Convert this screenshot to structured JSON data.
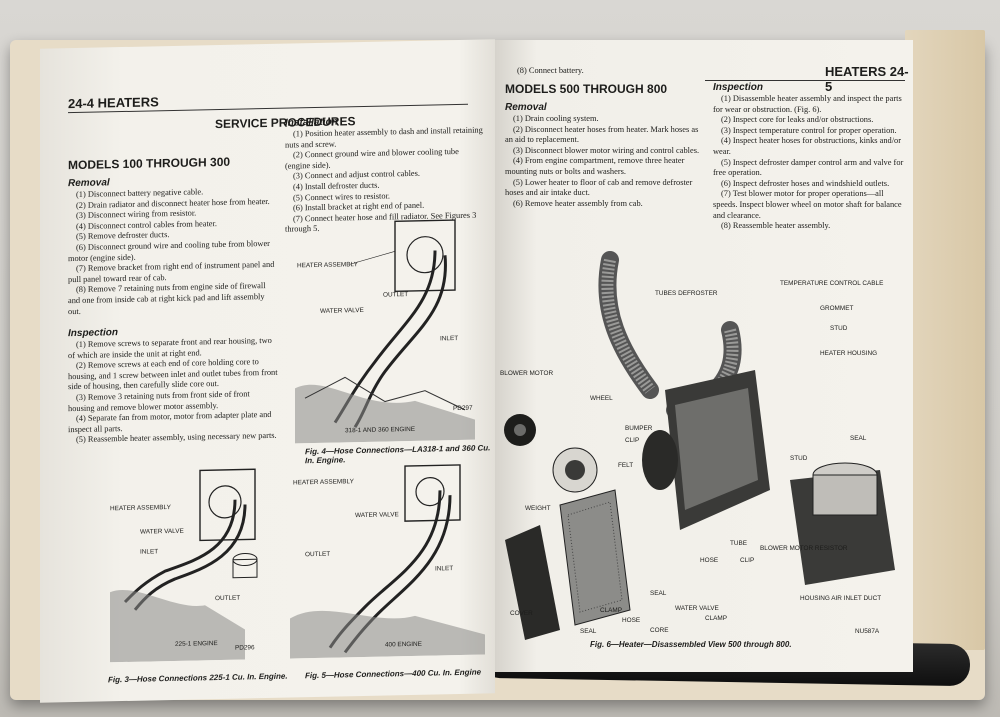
{
  "left_page": {
    "header": "24-4 HEATERS",
    "section_title": "SERVICE PROCEDURES",
    "models_heading": "MODELS 100 THROUGH 300",
    "removal_heading": "Removal",
    "removal_steps": [
      "(1) Disconnect battery negative cable.",
      "(2) Drain radiator and disconnect heater hose from heater.",
      "(3) Disconnect wiring from resistor.",
      "(4) Disconnect control cables from heater.",
      "(5) Remove defroster ducts.",
      "(6) Disconnect ground wire and cooling tube from blower motor (engine side).",
      "(7) Remove bracket from right end of instrument panel and pull panel toward rear of cab.",
      "(8) Remove 7 retaining nuts from engine side of firewall and one from inside cab at right kick pad and lift assembly out."
    ],
    "inspection_heading": "Inspection",
    "inspection_steps": [
      "(1) Remove screws to separate front and rear housing, two of which are inside the unit at right end.",
      "(2) Remove screws at each end of core holding core to housing, and 1 screw between inlet and outlet tubes from front side of housing, then carefully slide core out.",
      "(3) Remove 3 retaining nuts from front side of front housing and remove blower motor assembly.",
      "(4) Separate fan from motor, motor from adapter plate and inspect all parts.",
      "(5) Reassemble heater assembly, using necessary new parts."
    ],
    "installation_heading": "Installation",
    "installation_steps": [
      "(1) Position heater assembly to dash and install retaining nuts and screw.",
      "(2) Connect ground wire and blower cooling tube (engine side).",
      "(3) Connect and adjust control cables.",
      "(4) Install defroster ducts.",
      "(5) Connect wires to resistor.",
      "(6) Install bracket at right end of panel.",
      "(7) Connect heater hose and fill radiator. See Figures 3 through 5."
    ],
    "fig4": {
      "labels": [
        "HEATER ASSEMBLY",
        "OUTLET",
        "WATER VALVE",
        "INLET",
        "318-1 AND 360 ENGINE",
        "PD297"
      ],
      "caption": "Fig. 4—Hose Connections—LA318-1 and 360 Cu. In. Engine."
    },
    "fig3": {
      "labels": [
        "HEATER ASSEMBLY",
        "WATER VALVE",
        "INLET",
        "OUTLET",
        "225-1 ENGINE",
        "PD296"
      ],
      "caption": "Fig. 3—Hose Connections 225-1 Cu. In. Engine."
    },
    "fig5": {
      "labels": [
        "HEATER ASSEMBLY",
        "WATER VALVE",
        "OUTLET",
        "INLET",
        "400 ENGINE"
      ],
      "caption": "Fig. 5—Hose Connections—400 Cu. In. Engine"
    }
  },
  "right_page": {
    "header": "HEATERS 24-5",
    "top_step": "(8) Connect battery.",
    "models_heading": "MODELS 500 THROUGH 800",
    "removal_heading": "Removal",
    "removal_steps": [
      "(1) Drain cooling system.",
      "(2) Disconnect heater hoses from heater. Mark hoses as an aid to replacement.",
      "(3) Disconnect blower motor wiring and control cables.",
      "(4) From engine compartment, remove three heater mounting nuts or bolts and washers.",
      "(5) Lower heater to floor of cab and remove defroster hoses and air intake duct.",
      "(6) Remove heater assembly from cab."
    ],
    "inspection_heading": "Inspection",
    "inspection_steps": [
      "(1) Disassemble heater assembly and inspect the parts for wear or obstruction. (Fig. 6).",
      "(2) Inspect core for leaks and/or obstructions.",
      "(3) Inspect temperature control for proper operation.",
      "(4) Inspect heater hoses for obstructions, kinks and/or wear.",
      "(5) Inspect defroster damper control arm and valve for free operation.",
      "(6) Inspect defroster hoses and windshield outlets.",
      "(7) Test blower motor for proper operations—all speeds. Inspect blower wheel on motor shaft for balance and clearance.",
      "(8) Reassemble heater assembly."
    ],
    "fig6": {
      "labels": {
        "tubes_defroster": "TUBES DEFROSTER",
        "temp_cable": "TEMPERATURE CONTROL CABLE",
        "grommet": "GROMMET",
        "stud": "STUD",
        "heater_housing": "HEATER HOUSING",
        "blower_motor": "BLOWER MOTOR",
        "wheel": "WHEEL",
        "bumper": "BUMPER",
        "clip": "CLIP",
        "felt": "FELT",
        "weight": "WEIGHT",
        "seal": "SEAL",
        "stud2": "STUD",
        "tube": "TUBE",
        "hose": "HOSE",
        "clip2": "CLIP",
        "blower_resistor": "BLOWER MOTOR RESISTOR",
        "housing_air": "HOUSING AIR INLET DUCT",
        "cover": "COVER",
        "seal2": "SEAL",
        "clamp": "CLAMP",
        "hose2": "HOSE",
        "core": "CORE",
        "seal3": "SEAL",
        "water_valve": "WATER VALVE",
        "clamp2": "CLAMP",
        "code": "NU587A"
      },
      "caption": "Fig. 6—Heater—Disassembled View 500 through 800."
    }
  },
  "colors": {
    "paper": "#f2f0ea",
    "ink": "#1d1d1b",
    "cover": "#e3d6bd"
  }
}
